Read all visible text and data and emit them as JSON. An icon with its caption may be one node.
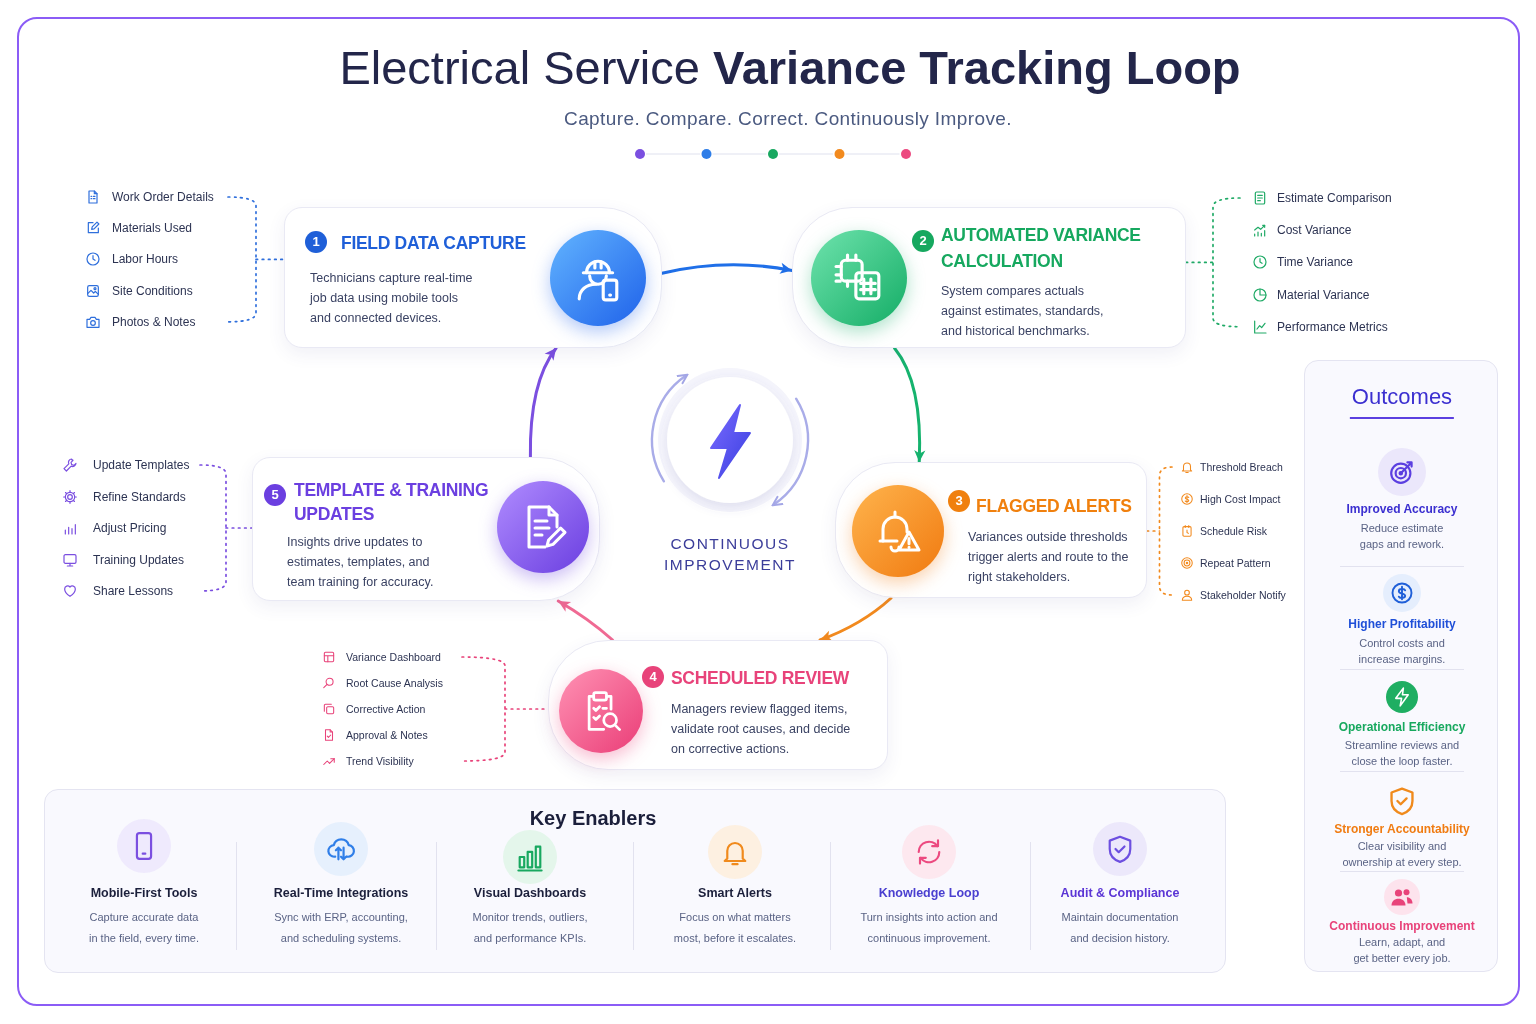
{
  "diagram": {
    "title": "Electrical Service **Variance Tracking Loop**",
    "nodes": [
      {
        "text": [
          "1",
          "FIELD DATA CAPTURE",
          "Technicians capture real-time job data using mobile tools and connected devices."
        ]
      },
      {
        "text": [
          "2",
          "AUTOMATED VARIANCE CALCULATION",
          "System compares actuals against estimates, standards, and historical benchmarks."
        ]
      },
      {
        "text": [
          "3",
          "FLAGGED ALERTS",
          "Variances outside thresholds trigger alerts and route to the right stakeholders."
        ]
      },
      {
        "text": [
          "4",
          "SCHEDULED REVIEW",
          "Managers review flagged items, validate root causes, and decide on corrective actions."
        ]
      },
      {
        "text": [
          "5",
          "TEMPLATE & TRAINING UPDATES",
          "Insights drive updates to estimates, templates, and team training for accuracy."
        ]
      },
      {
        "text": [
          "CONTINUOUS IMPROVEMENT"
        ]
      },
      {
        "text": [
          "Work Order Details",
          "Materials Used",
          "Labor Hours",
          "Site Conditions",
          "Photos & Notes"
        ]
      },
      {
        "text": [
          "Estimate Comparison",
          "Cost Variance",
          "Time Variance",
          "Material Variance",
          "Performance Metrics"
        ]
      },
      {
        "text": [
          "Threshold Breach",
          "High Cost Impact",
          "Schedule Risk",
          "Repeat Pattern",
          "Stakeholder Notify"
        ]
      },
      {
        "text": [
          "Variance Dashboard",
          "Root Cause Analysis",
          "Corrective Action",
          "Approval & Notes",
          "Trend Visibility"
        ]
      },
      {
        "text": [
          "Update Templates",
          "Refine Standards",
          "Adjust Pricing",
          "Training Updates",
          "Share Lessons"
        ]
      },
      {
        "text": [
          "Key Enablers",
          "Mobile-First Tools",
          "Capture accurate data in the field, every time.",
          "Real-Time Integrations",
          "Sync with ERP, accounting, and scheduling systems.",
          "Visual Dashboards",
          "Monitor trends, outliers, and performance KPIs.",
          "Smart Alerts",
          "Focus on what matters most, before it escalates.",
          "Knowledge Loop",
          "Turn insights into action and continuous improvement.",
          "Audit & Compliance",
          "Maintain documentation and decision history."
        ]
      },
      {
        "text": [
          "Outcomes",
          "Improved Accuracy",
          "Reduce estimate gaps and rework.",
          "Higher Profitability",
          "Control costs and increase margins.",
          "Operational Efficiency",
          "Streamline reviews and close the loop faster.",
          "Stronger Accountability",
          "Clear visibility and ownership at every step.",
          "Continuous Improvement",
          "Learn, adapt, and get better every job."
        ]
      }
    ],
    "edges": [
      {
        "from": 0,
        "to": 1,
        "arrow": "to",
        "color": "#1f6fe8"
      },
      {
        "from": 1,
        "to": 2,
        "arrow": "to",
        "color": "#16b36e"
      },
      {
        "from": 2,
        "to": 3,
        "arrow": "to",
        "color": "#f28a1e"
      },
      {
        "from": 3,
        "to": 4,
        "arrow": "to",
        "color": "#f06a93"
      },
      {
        "from": 4,
        "to": 0,
        "arrow": "to",
        "color": "#7b4fe0"
      },
      {
        "from": 6,
        "to": 0,
        "arrow": "none",
        "style": "dashed",
        "color": "#2f6fdc"
      },
      {
        "from": 1,
        "to": 7,
        "arrow": "none",
        "style": "dashed",
        "color": "#1faa66"
      },
      {
        "from": 2,
        "to": 8,
        "arrow": "none",
        "style": "dashed",
        "color": "#f28a1e"
      },
      {
        "from": 9,
        "to": 3,
        "arrow": "none",
        "style": "dashed",
        "color": "#e8437a"
      },
      {
        "from": 10,
        "to": 4,
        "arrow": "none",
        "style": "dashed",
        "color": "#7b4fe0"
      }
    ],
    "labels": [
      "Capture. Compare. Correct. Continuously Improve."
    ]
  }
}
